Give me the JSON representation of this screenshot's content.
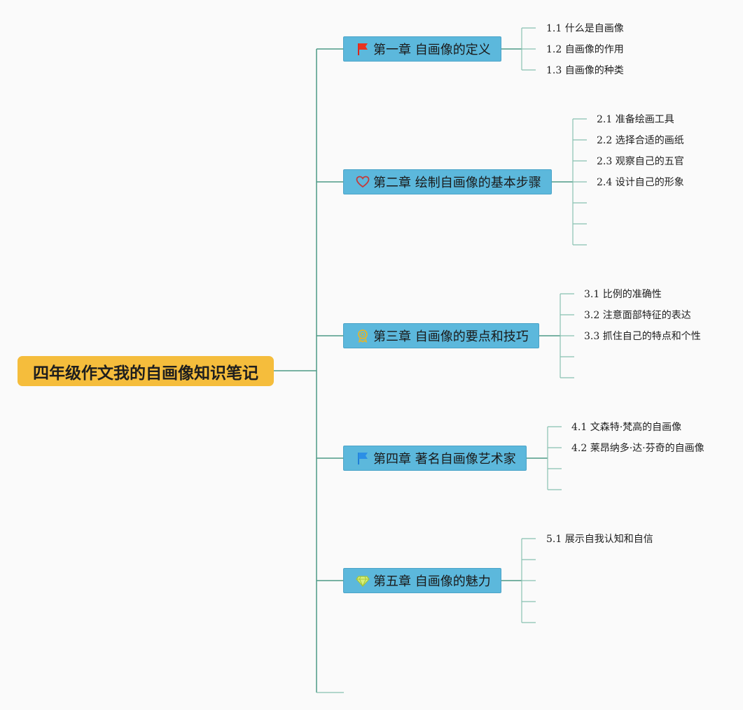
{
  "root": {
    "label": "四年级作文我的自画像知识笔记",
    "color": "#f5bd3c"
  },
  "branch_color": "#4d9a86",
  "chapter_color": "#5cb8dc",
  "chapters": [
    {
      "label": "第一章 自画像的定义",
      "icon": "red-flag-icon",
      "items": [
        "1.1 什么是自画像",
        "1.2 自画像的作用",
        "1.3 自画像的种类"
      ]
    },
    {
      "label": "第二章 绘制自画像的基本步骤",
      "icon": "heart-icon",
      "items": [
        "2.1 准备绘画工具",
        "2.2 选择合适的画纸",
        "2.3 观察自己的五官",
        "2.4 设计自己的形象"
      ]
    },
    {
      "label": "第三章 自画像的要点和技巧",
      "icon": "medal-icon",
      "items": [
        "3.1 比例的准确性",
        "3.2 注意面部特征的表达",
        "3.3 抓住自己的特点和个性"
      ]
    },
    {
      "label": "第四章 著名自画像艺术家",
      "icon": "blue-flag-icon",
      "items": [
        "4.1 文森特·梵高的自画像",
        "4.2 莱昂纳多·达·芬奇的自画像"
      ]
    },
    {
      "label": "第五章 自画像的魅力",
      "icon": "diamond-icon",
      "items": [
        "5.1 展示自我认知和自信"
      ]
    }
  ]
}
